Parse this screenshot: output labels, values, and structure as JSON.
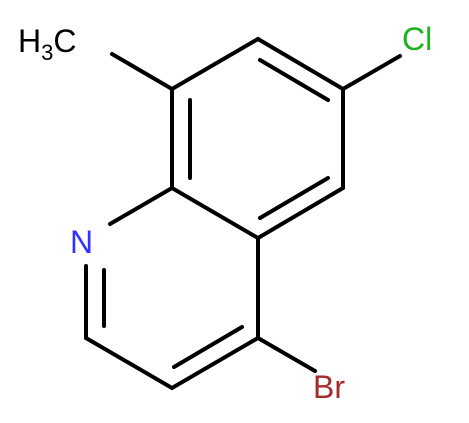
{
  "molecule": {
    "atoms": {
      "methyl": {
        "main": "H",
        "subscript": "3",
        "tail": "C",
        "color": "#000000"
      },
      "chlorine": {
        "text": "Cl",
        "color": "#1fb21f"
      },
      "nitrogen": {
        "text": "N",
        "color": "#3333ff"
      },
      "bromine": {
        "text": "Br",
        "color": "#a52a2a"
      }
    },
    "bond_color": "#000000"
  }
}
